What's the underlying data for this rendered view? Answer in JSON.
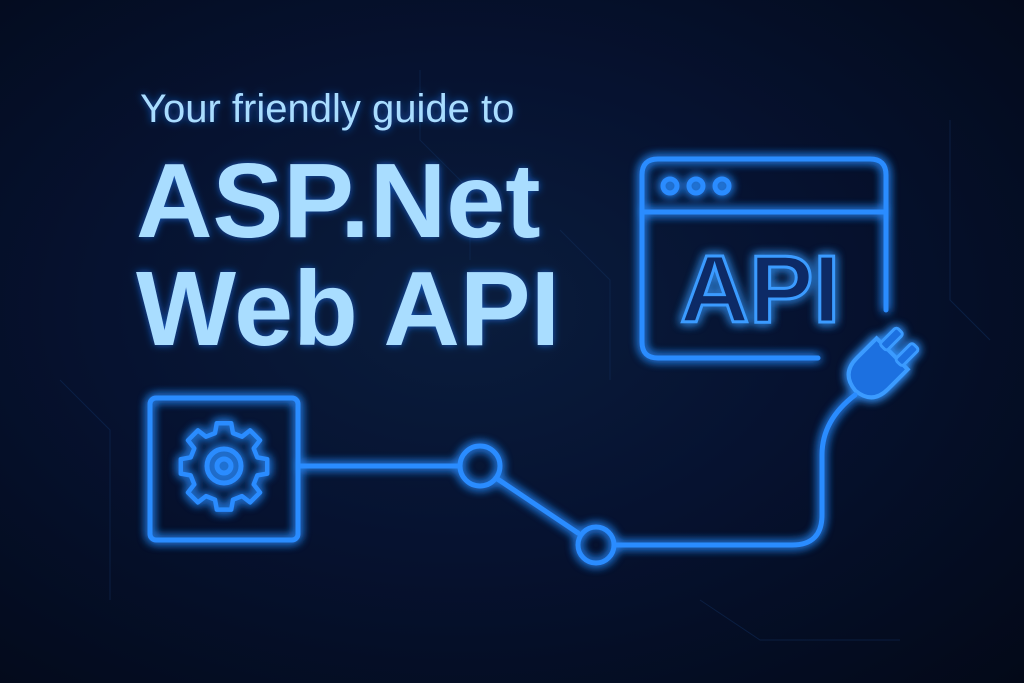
{
  "headline": {
    "subtitle": "Your friendly guide to",
    "line1": "ASP.Net",
    "line2": "Web API"
  },
  "window_illustration": {
    "label": "API"
  },
  "colors": {
    "background": "#061230",
    "text": "#a9ddff",
    "neon": "#2b8cff"
  }
}
